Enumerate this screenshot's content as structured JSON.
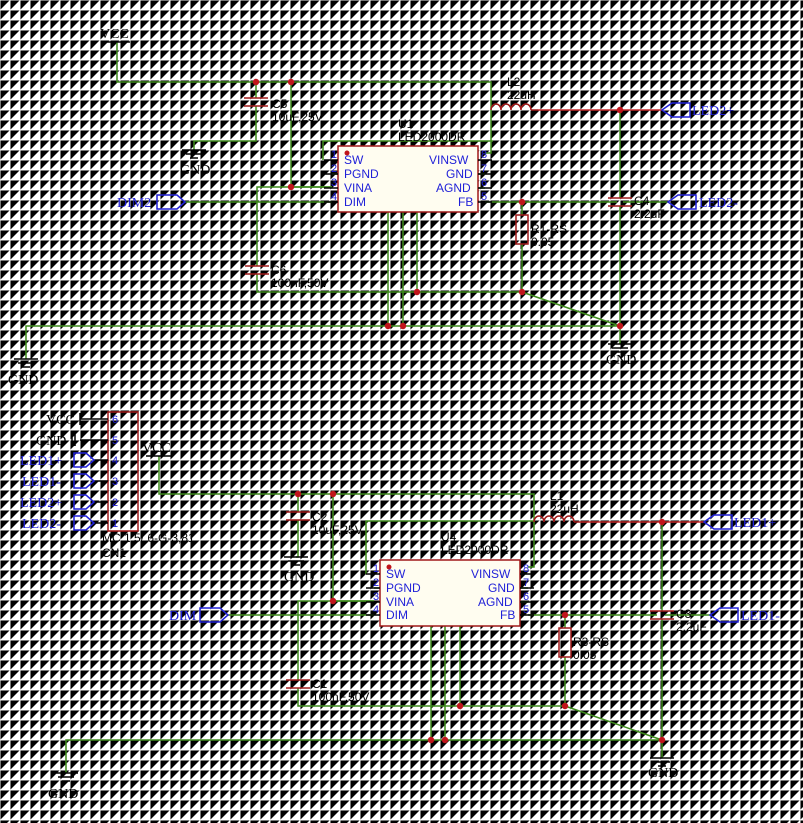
{
  "colors": {
    "wire": "#3d8c1a",
    "red_wire": "#c62828",
    "part": "#a01818",
    "pin_text": "#1f1fd8",
    "junction": "#c0141a"
  },
  "top": {
    "vcc": "VCC",
    "c5": {
      "ref": "C5",
      "value": "10uF,25V"
    },
    "gnd_c5": "GND",
    "l2": {
      "ref": "L2",
      "value": "22uH"
    },
    "led2p": "LED2+",
    "u1": {
      "ref": "U1",
      "part": "LED2000DR"
    },
    "u1_pins": {
      "sw": "SW",
      "pgnd": "PGND",
      "vina": "VINA",
      "dim": "DIM",
      "vinsw": "VINSW",
      "gnd": "GND",
      "agnd": "AGND",
      "fb": "FB",
      "n1": "1",
      "n2": "2",
      "n3": "3",
      "n4": "4",
      "n5": "5",
      "n6": "6",
      "n7": "7",
      "n8": "8"
    },
    "dim2": "DIM2",
    "c4": {
      "ref": "C4",
      "value": "2.2uF"
    },
    "led2m": "LED2-",
    "r1": {
      "ref": "R1-RS",
      "value": "0.05"
    },
    "c6": {
      "ref": "C6",
      "value": "100nF,50V"
    },
    "gnd_left": "GND",
    "gnd_right": "GND"
  },
  "cn1": {
    "ref": "CN1",
    "part": "MC 1,5/ 6-G-3,81",
    "pins": [
      "6",
      "5",
      "4",
      "3",
      "2",
      "1"
    ],
    "nets": [
      "VCC",
      "GND",
      "LED1+",
      "LED1-",
      "LED2+",
      "LED2-"
    ]
  },
  "bottom": {
    "vcc": "VCC",
    "c2": {
      "ref": "C2",
      "value": "10uF,25V"
    },
    "gnd_c2": "GND",
    "l1": {
      "ref": "L1",
      "value": "22uH"
    },
    "led1p": "LED1+",
    "u4": {
      "ref": "U4",
      "part": "LED2000DR"
    },
    "u4_pins": {
      "sw": "SW",
      "pgnd": "PGND",
      "vina": "VINA",
      "dim": "DIM",
      "vinsw": "VINSW",
      "gnd": "GND",
      "agnd": "AGND",
      "fb": "FB",
      "n1": "1",
      "n2": "2",
      "n3": "3",
      "n4": "4",
      "n5": "5",
      "n6": "6",
      "n7": "7",
      "n8": "8"
    },
    "dim": "DIM",
    "c3": {
      "ref": "C3",
      "value": "2.2uF"
    },
    "led1m": "LED1-",
    "r3": {
      "ref": "R3-RS",
      "value": "0.05"
    },
    "c1": {
      "ref": "C1",
      "value": "100nF,50V"
    },
    "gnd_left": "GND",
    "gnd_right": "GND"
  }
}
